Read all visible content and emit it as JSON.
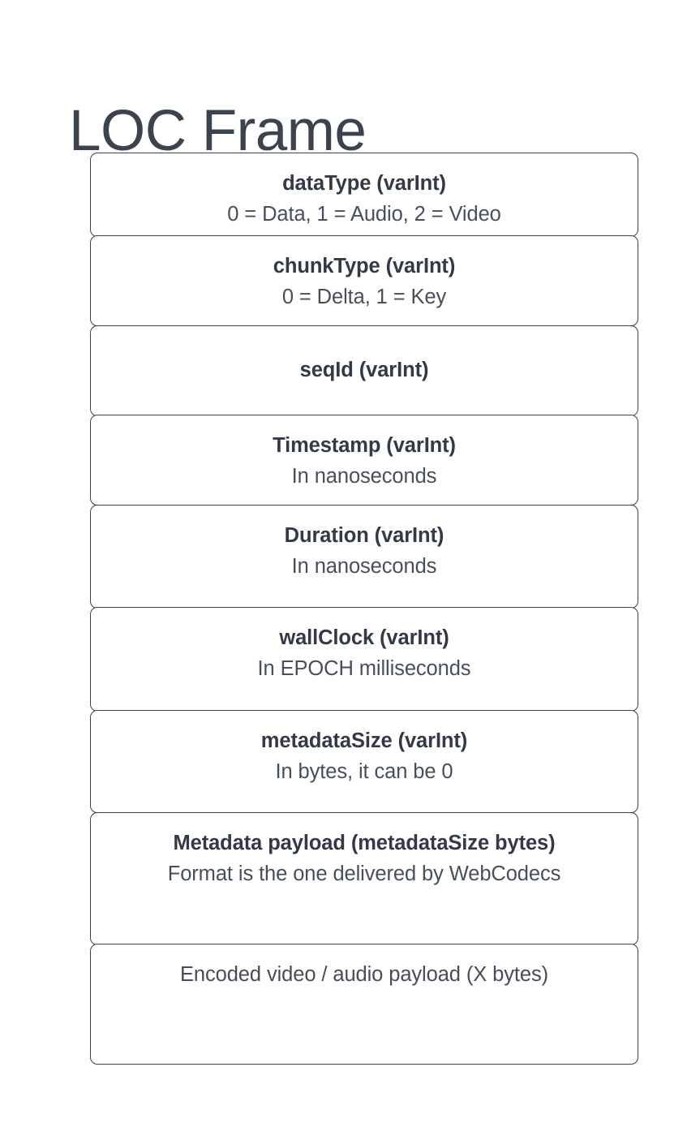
{
  "diagram": {
    "title": "LOC Frame",
    "colors": {
      "background": "#ffffff",
      "border": "#3c434e",
      "title_text": "#3c434e",
      "field_name_text": "#333a45",
      "field_desc_text": "#484f59"
    },
    "fields": [
      {
        "name": "dataType (varInt)",
        "desc": "0 = Data, 1 = Audio, 2 = Video",
        "bold_name": true,
        "centered": false,
        "height": 104
      },
      {
        "name": "chunkType (varInt)",
        "desc": "0 = Delta, 1 = Key",
        "bold_name": true,
        "centered": false,
        "height": 112
      },
      {
        "name": "seqId (varInt)",
        "desc": "",
        "bold_name": true,
        "centered": true,
        "height": 112
      },
      {
        "name": "Timestamp (varInt)",
        "desc": "In nanoseconds",
        "bold_name": true,
        "centered": false,
        "height": 112
      },
      {
        "name": "Duration (varInt)",
        "desc": "In nanoseconds",
        "bold_name": true,
        "centered": false,
        "height": 128
      },
      {
        "name": "wallClock (varInt)",
        "desc": "In EPOCH milliseconds",
        "bold_name": true,
        "centered": false,
        "height": 129
      },
      {
        "name": "metadataSize (varInt)",
        "desc": "In bytes, it can be 0",
        "bold_name": true,
        "centered": false,
        "height": 127
      },
      {
        "name": "Metadata payload (metadataSize bytes)",
        "desc": "Format is the one delivered by WebCodecs",
        "bold_name": true,
        "centered": false,
        "height": 164
      },
      {
        "name": "Encoded video / audio payload (X bytes)",
        "desc": "",
        "bold_name": false,
        "centered": false,
        "height": 149
      }
    ]
  }
}
